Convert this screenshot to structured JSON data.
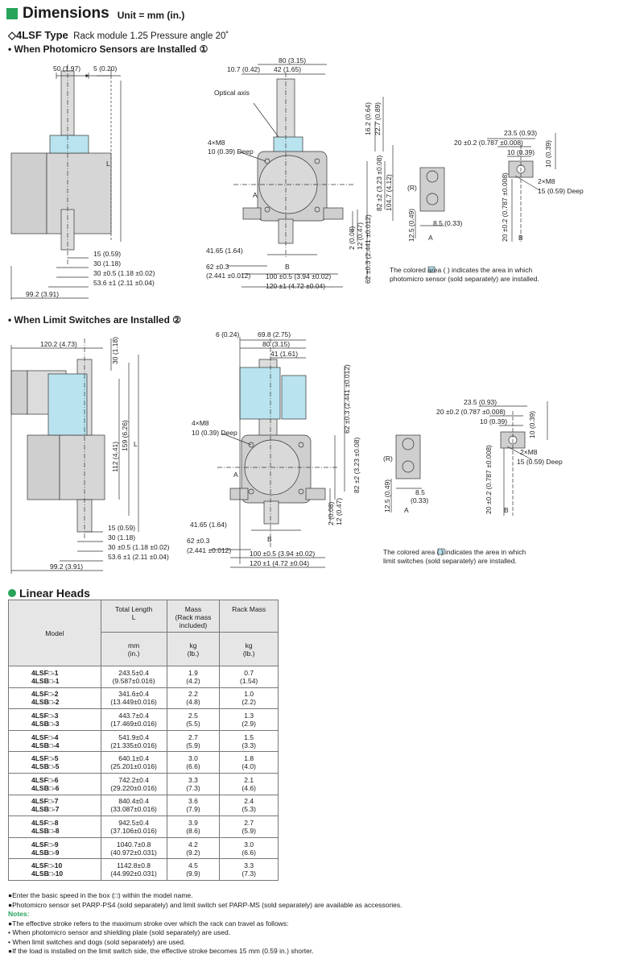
{
  "header": {
    "title": "Dimensions",
    "unit": "Unit = mm (in.)"
  },
  "type_line": {
    "model": "◇4LSF Type",
    "specs": "Rack module 1.25   Pressure angle 20˚"
  },
  "section1": {
    "title": "• When Photomicro Sensors are Installed ①"
  },
  "section2": {
    "title": "• When Limit Switches are Installed ②"
  },
  "fig1": {
    "d_50": "50 (1.97)",
    "d_5": "5 (0.20)",
    "L": "L",
    "d_15": "15 (0.59)",
    "d_30": "30 (1.18)",
    "d_30tol": "30 ±0.5 (1.18 ±0.02)",
    "d_53": "53.6 ±1 (2.11 ±0.04)",
    "d_99": "99.2 (3.91)",
    "d_80": "80 (3.15)",
    "d_107": "10.7 (0.42)",
    "d_42": "42 (1.65)",
    "optical_axis": "Optical axis",
    "m8": "4×M8",
    "m8_deep": "10 (0.39) Deep",
    "A": "A",
    "B": "B",
    "d_4165": "41.65 (1.64)",
    "d_62a": "62 ±0.3",
    "d_62b": "(2.441 ±0.012)",
    "d_100": "100 ±0.5 (3.94 ±0.02)",
    "d_120": "120 ±1 (4.72 ±0.04)",
    "d_162": "16.2 (0.64)",
    "d_227": "22.7 (0.89)",
    "d_82": "82 ±2 (3.23 ±0.08)",
    "d_1047": "104.7 (4.12)",
    "d_2": "2 (0.08)",
    "d_12": "12 (0.47)",
    "d_62v": "62 ±0.3 (2.441 ±0.012)",
    "R": "(R)",
    "d_125": "12.5 (0.49)",
    "d_85": "8.5 (0.33)",
    "d_235": "23.5 (0.93)",
    "d_20": "20 ±0.2 (0.787 ±0.008)",
    "d_10": "10 (0.39)",
    "d_10v": "10 (0.39)",
    "m8b": "2×M8",
    "m8b_deep": "15 (0.59) Deep",
    "d_20v": "20 ±0.2 (0.787 ±0.008)",
    "note_l1": "The colored area (   ) indicates the area in which",
    "note_l2": "photomicro sensor (sold separately) are installed."
  },
  "fig2": {
    "d_120": "120.2 (4.73)",
    "d_30": "30 (1.18)",
    "d_159": "159 (6.26)",
    "d_112": "112 (4.41)",
    "L": "L",
    "d_15": "15 (0.59)",
    "d_30b": "30 (1.18)",
    "d_30tol": "30 ±0.5 (1.18 ±0.02)",
    "d_53": "53.6 ±1 (2.11 ±0.04)",
    "d_99": "99.2 (3.91)",
    "d_6": "6 (0.24)",
    "d_698": "69.8 (2.75)",
    "d_80": "80 (3.15)",
    "d_41": "41 (1.61)",
    "m8": "4×M8",
    "m8_deep": "10 (0.39) Deep",
    "A": "A",
    "B": "B",
    "d_62v": "62 ±0.3 (2.441 ±0.012)",
    "d_82": "82 ±2 (3.23 ±0.08)",
    "d_2": "2 (0.08)",
    "d_12": "12 (0.47)",
    "d_4165": "41.65 (1.64)",
    "d_62a": "62 ±0.3",
    "d_62b": "(2.441 ±0.012)",
    "d_100": "100 ±0.5 (3.94 ±0.02)",
    "d_1201": "120 ±1 (4.72 ±0.04)",
    "R": "(R)",
    "d_125": "12.5 (0.49)",
    "d_85": "8.5",
    "d_033": "(0.33)",
    "d_235": "23.5 (0.93)",
    "d_20": "20 ±0.2 (0.787 ±0.008)",
    "d_10": "10 (0.39)",
    "d_10v": "10 (0.39)",
    "m8b": "2×M8",
    "m8b_deep": "15 (0.59) Deep",
    "d_20v": "20 ±0.2 (0.787 ±0.008)",
    "note_l1": "The colored area (   ) indicates the area in which",
    "note_l2": "limit switches (sold separately) are installed."
  },
  "linear_heads": {
    "title": "Linear Heads",
    "headers": {
      "model": "Model",
      "total_length": "Total Length",
      "L": "L",
      "mass": "Mass",
      "mass_sub1": "(Rack mass",
      "mass_sub2": "included)",
      "rack_mass": "Rack Mass",
      "unit_mm": "mm",
      "unit_in": "(in.)",
      "unit_kg": "kg",
      "unit_lb": "(lb.)"
    },
    "rows": [
      {
        "f": "4LSF□-1",
        "b": "4LSB□-1",
        "len": "243.5±0.4",
        "len_in": "(9.587±0.016)",
        "m": "1.9",
        "m_lb": "(4.2)",
        "r": "0.7",
        "r_lb": "(1.54)"
      },
      {
        "f": "4LSF□-2",
        "b": "4LSB□-2",
        "len": "341.6±0.4",
        "len_in": "(13.449±0.016)",
        "m": "2.2",
        "m_lb": "(4.8)",
        "r": "1.0",
        "r_lb": "(2.2)"
      },
      {
        "f": "4LSF□-3",
        "b": "4LSB□-3",
        "len": "443.7±0.4",
        "len_in": "(17.469±0.016)",
        "m": "2.5",
        "m_lb": "(5.5)",
        "r": "1.3",
        "r_lb": "(2.9)"
      },
      {
        "f": "4LSF□-4",
        "b": "4LSB□-4",
        "len": "541.9±0.4",
        "len_in": "(21.335±0.016)",
        "m": "2.7",
        "m_lb": "(5.9)",
        "r": "1.5",
        "r_lb": "(3.3)"
      },
      {
        "f": "4LSF□-5",
        "b": "4LSB□-5",
        "len": "640.1±0.4",
        "len_in": "(25.201±0.016)",
        "m": "3.0",
        "m_lb": "(6.6)",
        "r": "1.8",
        "r_lb": "(4.0)"
      },
      {
        "f": "4LSF□-6",
        "b": "4LSB□-6",
        "len": "742.2±0.4",
        "len_in": "(29.220±0.016)",
        "m": "3.3",
        "m_lb": "(7.3)",
        "r": "2.1",
        "r_lb": "(4.6)"
      },
      {
        "f": "4LSF□-7",
        "b": "4LSB□-7",
        "len": "840.4±0.4",
        "len_in": "(33.087±0.016)",
        "m": "3.6",
        "m_lb": "(7.9)",
        "r": "2.4",
        "r_lb": "(5.3)"
      },
      {
        "f": "4LSF□-8",
        "b": "4LSB□-8",
        "len": "942.5±0.4",
        "len_in": "(37.106±0.016)",
        "m": "3.9",
        "m_lb": "(8.6)",
        "r": "2.7",
        "r_lb": "(5.9)"
      },
      {
        "f": "4LSF□-9",
        "b": "4LSB□-9",
        "len": "1040.7±0.8",
        "len_in": "(40.972±0.031)",
        "m": "4.2",
        "m_lb": "(9.2)",
        "r": "3.0",
        "r_lb": "(6.6)"
      },
      {
        "f": "4LSF□-10",
        "b": "4LSB□-10",
        "len": "1142.8±0.8",
        "len_in": "(44.992±0.031)",
        "m": "4.5",
        "m_lb": "(9.9)",
        "r": "3.3",
        "r_lb": "(7.3)"
      }
    ]
  },
  "notes": {
    "b1": "●Enter the basic speed in the box (□) within the model name.",
    "b2": "●Photomicro sensor set PARP-PS4 (sold separately) and limit switch set PARP-MS (sold separately) are available as accessories.",
    "heading": "Notes:",
    "n1": "●The effective stroke refers to the maximum stroke over which the rack can travel as follows:",
    "n2": "• When photomicro sensor and shielding plate (sold separately) are used.",
    "n3": "• When limit switches and dogs (sold separately) are used.",
    "n4": "●If the load is installed on the limit switch side, the effective stroke becomes 15 mm (0.59 in.) shorter."
  },
  "colors": {
    "accent": "#27a35a",
    "highlight": "#b9e3ee",
    "body_gray": "#cfcfcf"
  }
}
